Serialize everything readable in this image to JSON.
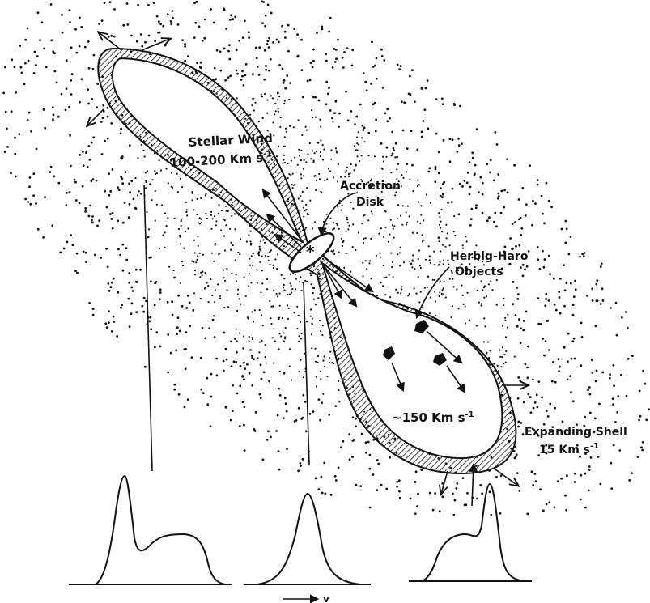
{
  "labels": {
    "stellar_wind": "Stellar Wind",
    "wind_speed_prefix": "100-200 Km s",
    "accretion_line1": "Accretion",
    "accretion_line2": "Disk",
    "hh_line1": "Herbig-Haro",
    "hh_line2": "Objects",
    "jet_speed_prefix": "~150 Km s",
    "shell_line1": "Expanding Shell",
    "shell_speed_prefix": "15 Km s",
    "unit_exponent": "-1",
    "velocity_axis": "v"
  },
  "colors": {
    "ink": "#111111",
    "paper": "#ffffff"
  }
}
